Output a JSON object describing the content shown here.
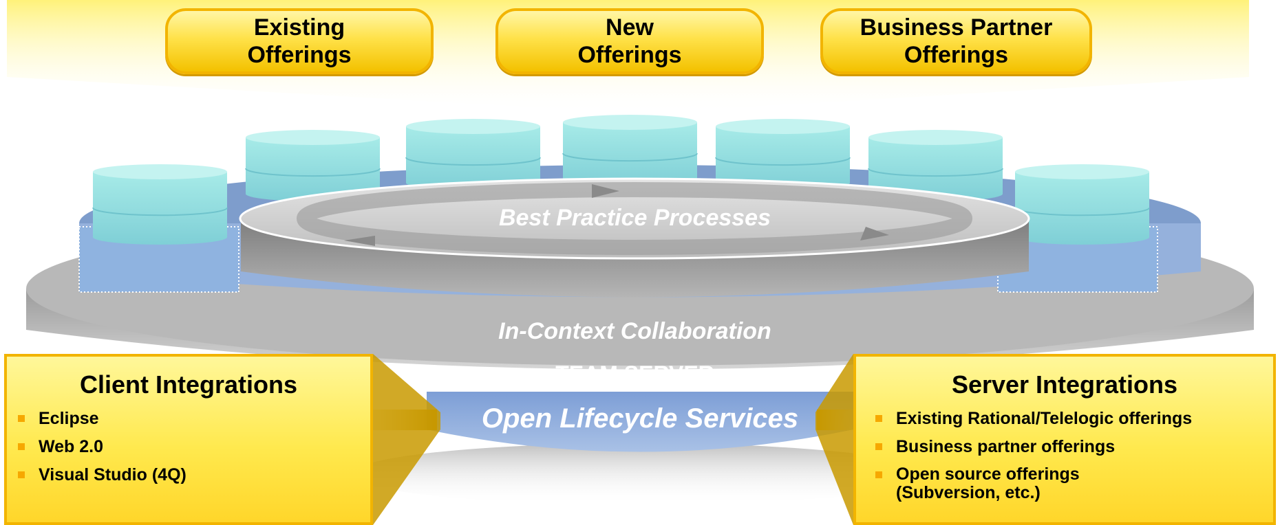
{
  "offerings": [
    {
      "label": "Existing\nOfferings"
    },
    {
      "label": "New\nOfferings"
    },
    {
      "label": "Business Partner\nOfferings"
    }
  ],
  "platform": {
    "best_practice": "Best Practice Processes",
    "collaboration": "In-Context Collaboration",
    "team_server": "TEAM SERVER",
    "lifecycle": "Open Lifecycle Services"
  },
  "client_panel": {
    "title": "Client Integrations",
    "items": [
      "Eclipse",
      "Web 2.0",
      "Visual Studio (4Q)"
    ]
  },
  "server_panel": {
    "title": "Server Integrations",
    "items": [
      "Existing Rational/Telelogic offerings",
      "Business partner offerings",
      "Open source offerings\n(Subversion, etc.)"
    ]
  },
  "colors": {
    "accent_yellow": "#ffe24a",
    "border_gold": "#f2b400",
    "cylinder_teal": "#9ee6e2",
    "ring_blue": "#8aa8d6",
    "disc_gray": "#a9a9a9",
    "bullet_orange": "#f6a800"
  }
}
